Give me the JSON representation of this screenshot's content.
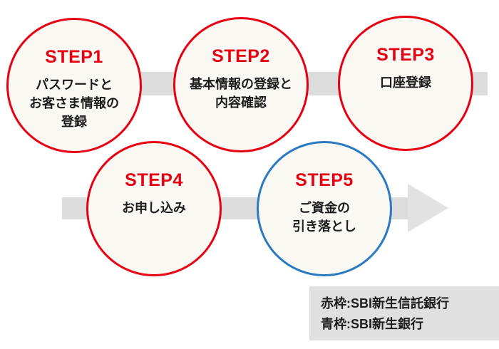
{
  "diagram_title": "account-opening-steps",
  "steps": [
    {
      "label": "STEP1",
      "lines": [
        "パスワードと",
        "お客さま情報の",
        "登録"
      ],
      "border": "red"
    },
    {
      "label": "STEP2",
      "lines": [
        "基本情報の登録と",
        "内容確認"
      ],
      "border": "red"
    },
    {
      "label": "STEP3",
      "lines": [
        "口座登録"
      ],
      "border": "red"
    },
    {
      "label": "STEP4",
      "lines": [
        "お申し込み"
      ],
      "border": "red"
    },
    {
      "label": "STEP5",
      "lines": [
        "ご資金の",
        "引き落とし"
      ],
      "border": "blue"
    }
  ],
  "legend": {
    "lines": [
      "赤枠:SBI新生信託銀行",
      "青枠:SBI新生銀行"
    ]
  },
  "colors": {
    "red": "#e60012",
    "blue": "#2b7ac1",
    "band": "#dcdcdc",
    "arrow": "#e2e2e2",
    "legend_bg": "#e0e0e0",
    "circle_fill": "#f9f8f3",
    "text": "#1d1d1d"
  }
}
